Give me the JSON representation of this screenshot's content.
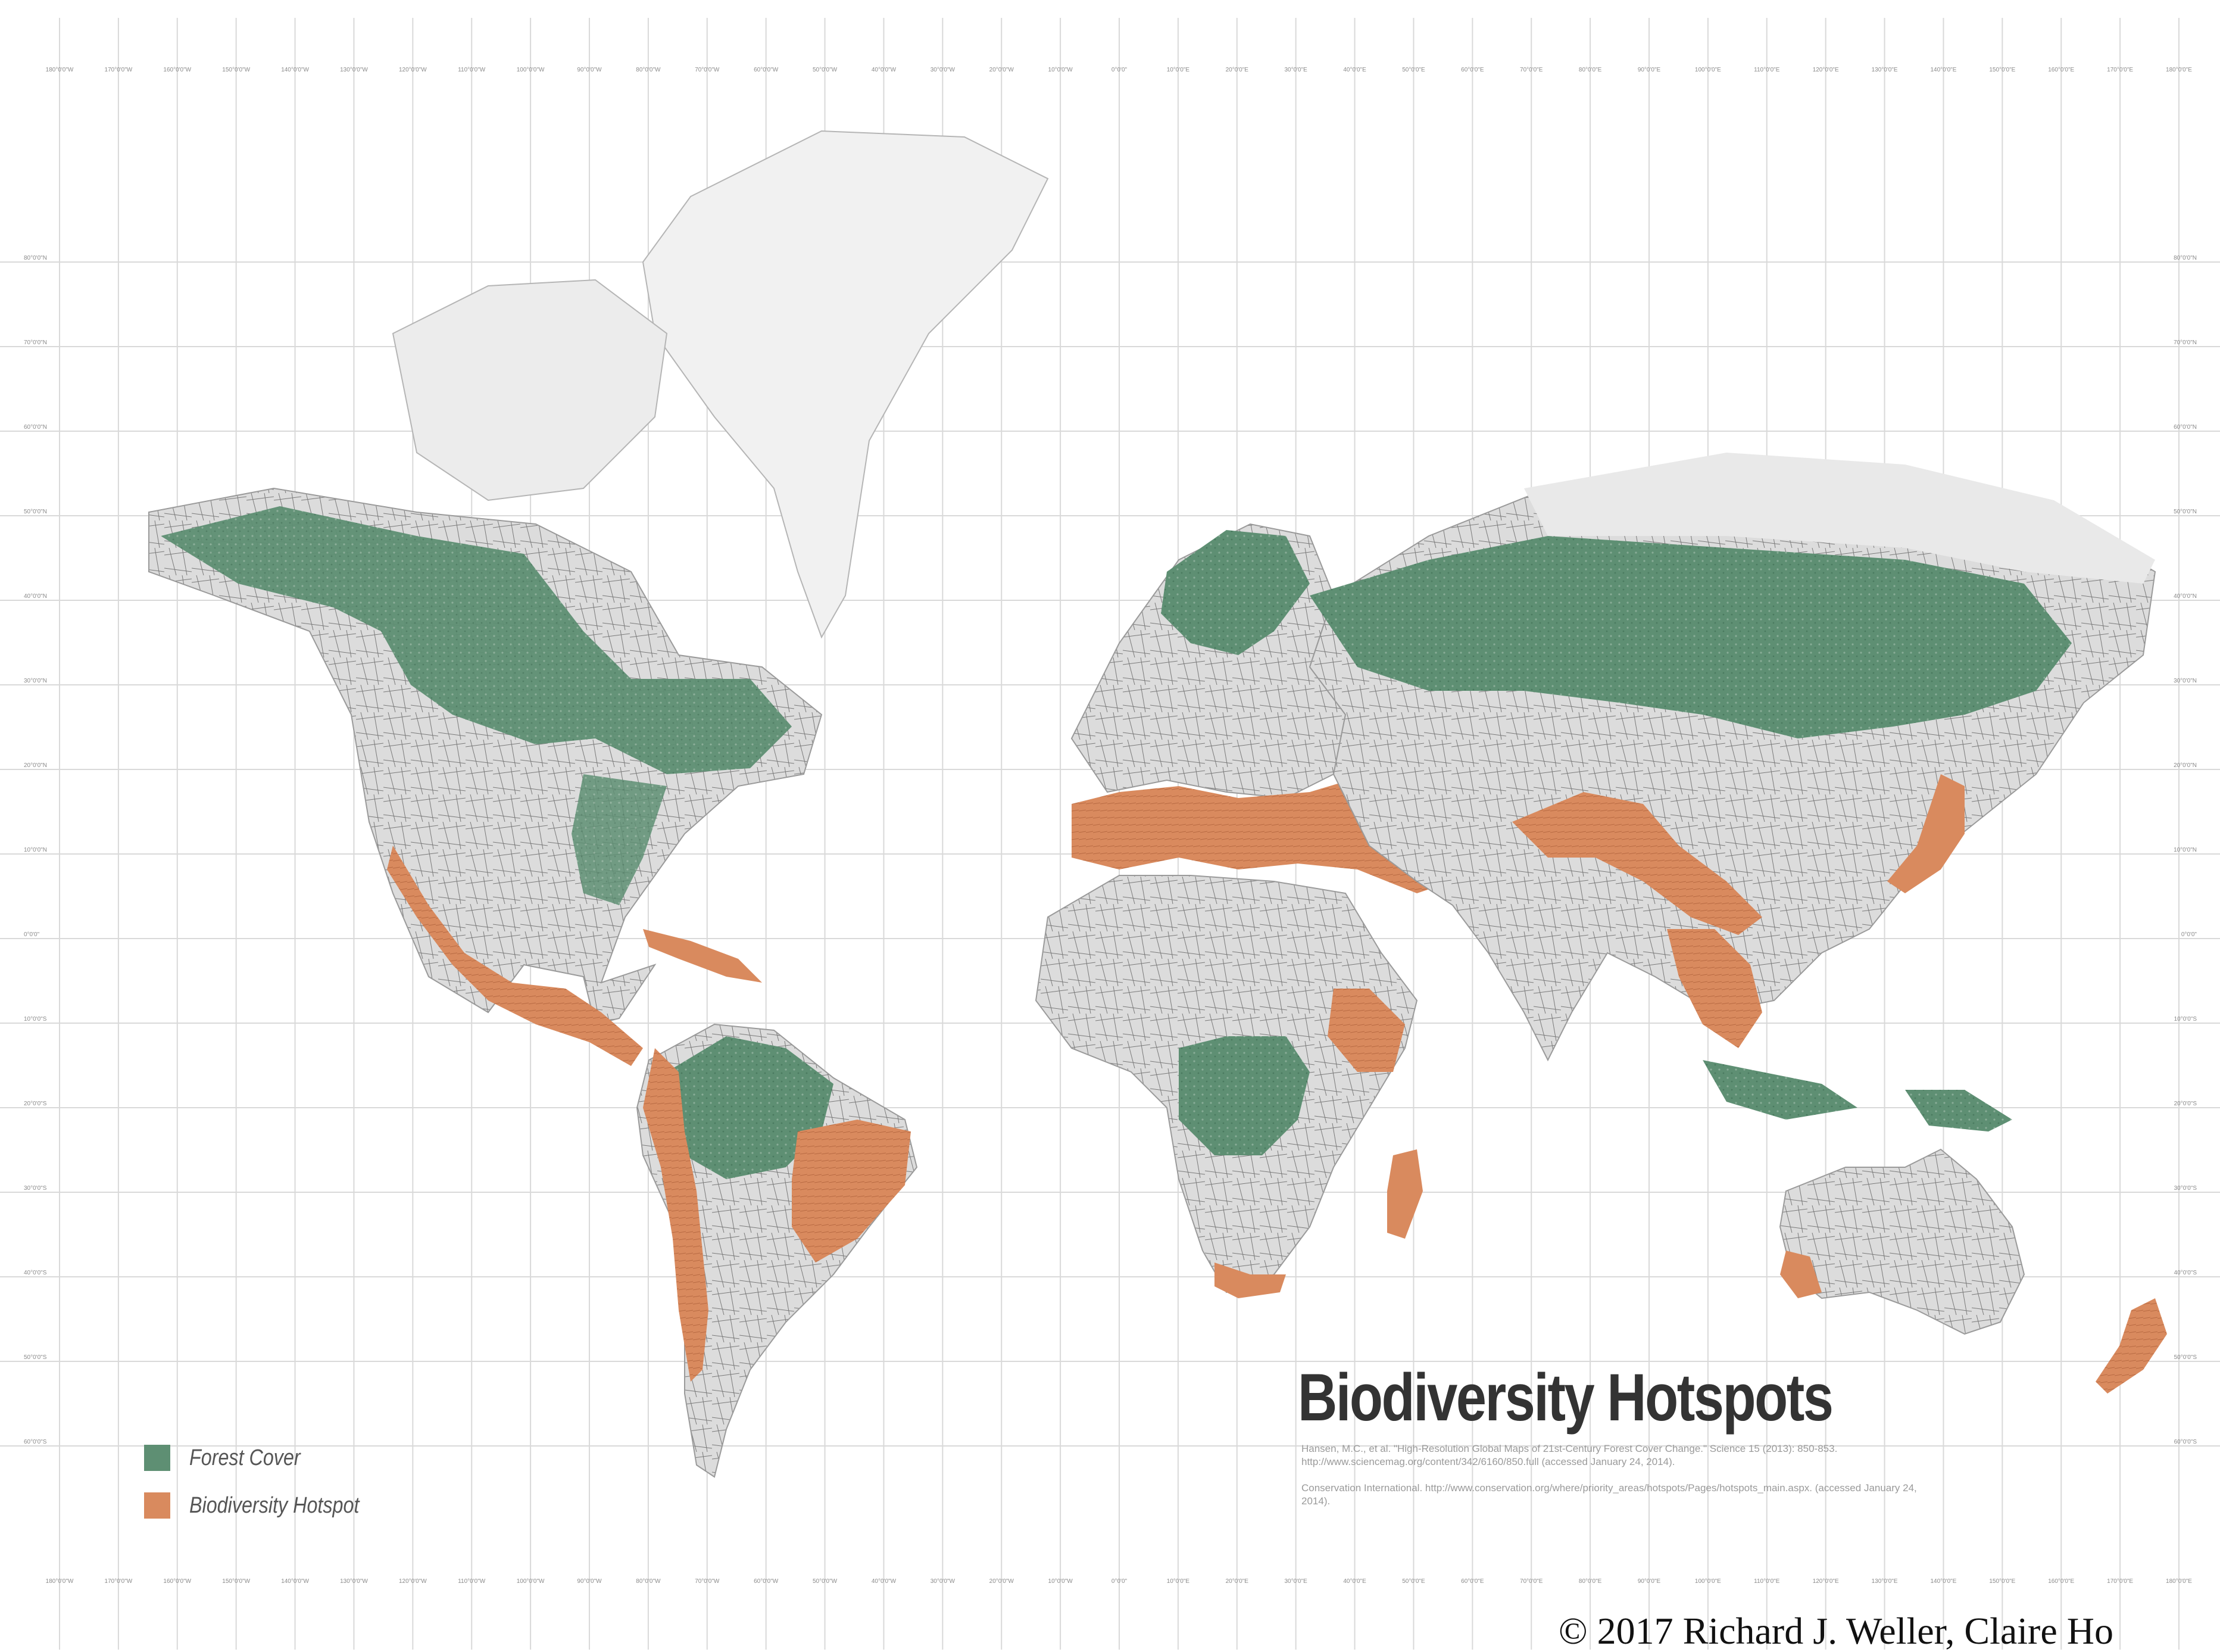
{
  "map": {
    "title": "Biodiversity Hotspots",
    "citations": [
      "Hansen, M.C., et al. \"High-Resolution Global Maps of 21st-Century Forest Cover Change.\" Science 15 (2013): 850-853. http://www.sciencemag.org/content/342/6160/850.full (accessed January 24, 2014).",
      "Conservation International. http://www.conservation.org/where/priority_areas/hotspots/Pages/hotspots_main.aspx. (accessed January 24, 2014)."
    ],
    "legend": [
      {
        "label": "Forest Cover",
        "color": "#5e8f73"
      },
      {
        "label": "Biodiversity Hotspot",
        "color": "#d98a5e"
      }
    ],
    "copyright": "© 2017 Richard J. Weller, Claire Ho",
    "colors": {
      "land": "#e4e4e4",
      "ice": "#f1f1f1",
      "forest": "#5e8f73",
      "hotspot": "#d98a5e",
      "grid": "#d9d9d9",
      "roads": "#6a6a6a"
    },
    "graticule": {
      "longitude_labels": [
        "180°0'0\"W",
        "170°0'0\"W",
        "160°0'0\"W",
        "150°0'0\"W",
        "140°0'0\"W",
        "130°0'0\"W",
        "120°0'0\"W",
        "110°0'0\"W",
        "100°0'0\"W",
        "90°0'0\"W",
        "80°0'0\"W",
        "70°0'0\"W",
        "60°0'0\"W",
        "50°0'0\"W",
        "40°0'0\"W",
        "30°0'0\"W",
        "20°0'0\"W",
        "10°0'0\"W",
        "0°0'0\"",
        "10°0'0\"E",
        "20°0'0\"E",
        "30°0'0\"E",
        "40°0'0\"E",
        "50°0'0\"E",
        "60°0'0\"E",
        "70°0'0\"E",
        "80°0'0\"E",
        "90°0'0\"E",
        "100°0'0\"E",
        "110°0'0\"E",
        "120°0'0\"E",
        "130°0'0\"E",
        "140°0'0\"E",
        "150°0'0\"E",
        "160°0'0\"E",
        "170°0'0\"E",
        "180°0'0\"E"
      ],
      "latitude_labels": [
        "80°0'0\"N",
        "70°0'0\"N",
        "60°0'0\"N",
        "50°0'0\"N",
        "40°0'0\"N",
        "30°0'0\"N",
        "20°0'0\"N",
        "10°0'0\"N",
        "0°0'0\"",
        "10°0'0\"S",
        "20°0'0\"S",
        "30°0'0\"S",
        "40°0'0\"S",
        "50°0'0\"S",
        "60°0'0\"S"
      ]
    }
  }
}
